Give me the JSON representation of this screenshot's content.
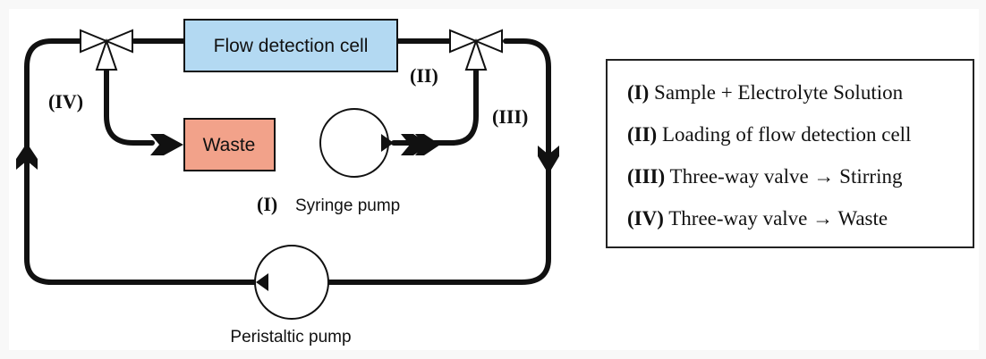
{
  "diagram": {
    "flow_cell_label": "Flow detection cell",
    "waste_label": "Waste",
    "syringe_pump_label": "Syringe pump",
    "peristaltic_pump_label": "Peristaltic pump",
    "numeral_I": "(I)",
    "numeral_II": "(II)",
    "numeral_III": "(III)",
    "numeral_IV": "(IV)",
    "colors": {
      "flow_cell_fill": "#b3d9f2",
      "waste_fill": "#f2a28a",
      "line": "#111111"
    }
  },
  "legend": {
    "items": [
      {
        "num": "(I)",
        "text": "Sample + Electrolyte Solution"
      },
      {
        "num": "(II)",
        "text": "Loading of flow detection cell"
      },
      {
        "num": "(III)",
        "text": "Three-way valve → Stirring"
      },
      {
        "num": "(IV)",
        "text": "Three-way valve → Waste"
      }
    ]
  }
}
